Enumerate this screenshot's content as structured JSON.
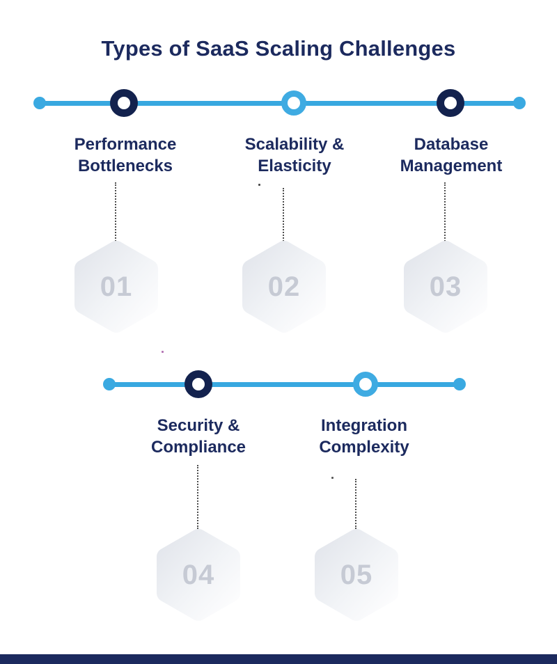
{
  "title": "Types of SaaS Scaling Challenges",
  "colors": {
    "navy": "#1c2a5e",
    "ring_navy": "#13224e",
    "timeline_blue": "#38a8e0",
    "ring_blue": "#3fabe2",
    "number_gray": "#c6cad4",
    "dotted_line": "#4d4d4d",
    "bottom_bar": "#1c2a5e"
  },
  "challenges": [
    {
      "number": "01",
      "label": "Performance\nBottlenecks",
      "marker": "navy-ring"
    },
    {
      "number": "02",
      "label": "Scalability &\nElasticity",
      "marker": "blue-ring"
    },
    {
      "number": "03",
      "label": "Database\nManagement",
      "marker": "navy-ring"
    },
    {
      "number": "04",
      "label": "Security &\nCompliance",
      "marker": "navy-ring"
    },
    {
      "number": "05",
      "label": "Integration\nComplexity",
      "marker": "blue-ring"
    }
  ]
}
